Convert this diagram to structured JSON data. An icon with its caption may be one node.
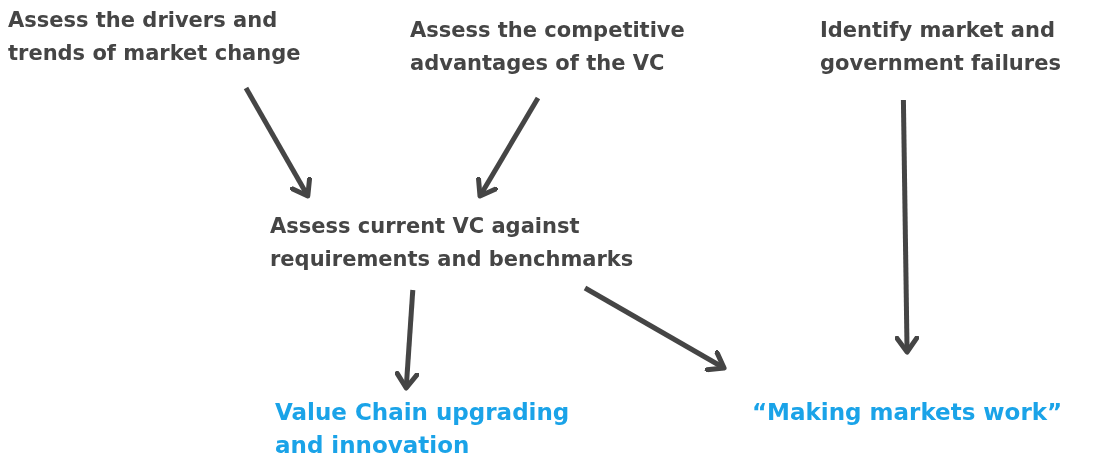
{
  "diagram": {
    "nodes": [
      {
        "text": [
          "Assess the drivers and trends of market change"
        ]
      },
      {
        "text": [
          "Assess the competitive advantages of the VC"
        ]
      },
      {
        "text": [
          "Identify market and government failures"
        ]
      },
      {
        "text": [
          "Assess current VC against requirements and benchmarks"
        ]
      },
      {
        "text": [
          "Value Chain upgrading and innovation"
        ]
      },
      {
        "text": [
          "“Making markets work”"
        ]
      }
    ],
    "edges": [
      {
        "from": 0,
        "to": 3,
        "arrow": "to"
      },
      {
        "from": 1,
        "to": 3,
        "arrow": "to"
      },
      {
        "from": 2,
        "to": 5,
        "arrow": "to"
      },
      {
        "from": 3,
        "to": 4,
        "arrow": "to"
      },
      {
        "from": 3,
        "to": 5,
        "arrow": "to"
      }
    ]
  }
}
